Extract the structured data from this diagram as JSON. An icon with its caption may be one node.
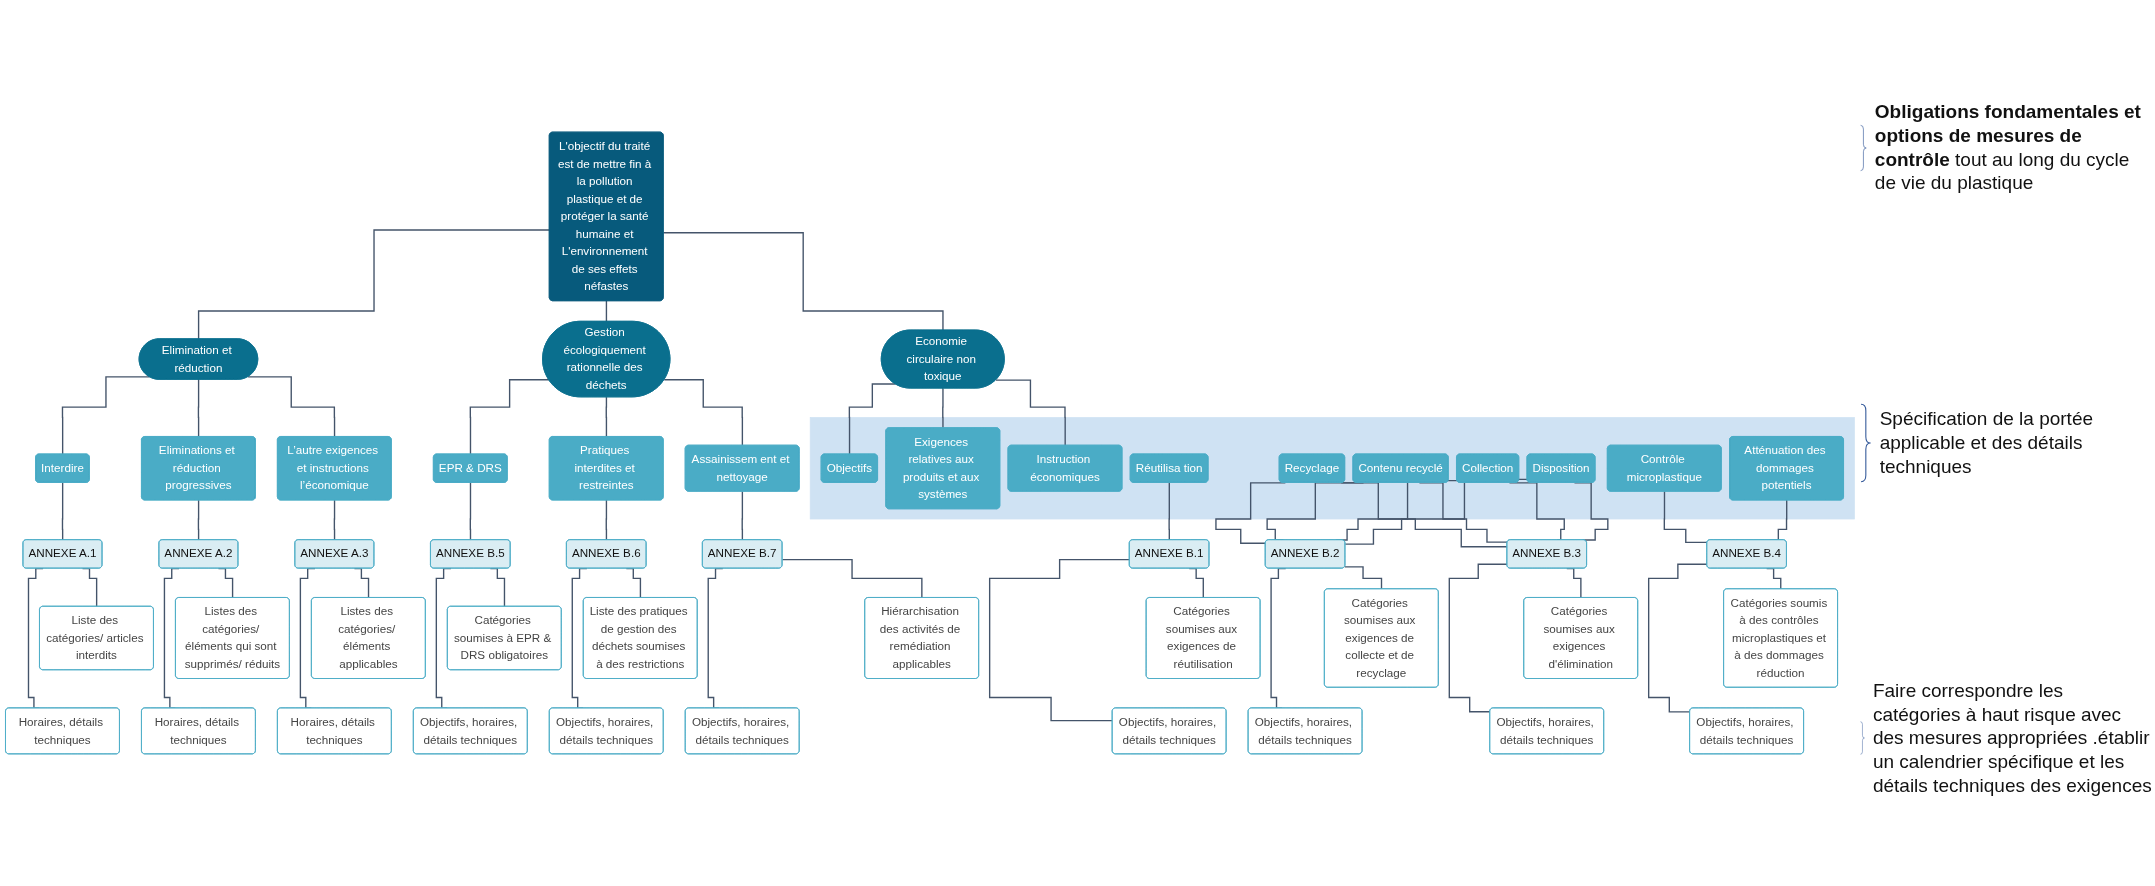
{
  "diagram": {
    "nodes": [
      {
        "text": [
          "L'objectif du traité est de mettre fin à la pollution plastique et de protéger la santé humaine et L'environnement de ses effets néfastes"
        ]
      },
      {
        "text": [
          "Elimination et réduction"
        ]
      },
      {
        "text": [
          "Economie circulaire non toxique"
        ]
      },
      {
        "text": [
          "Gestion écologiquement rationnelle des déchets"
        ]
      },
      {
        "text": [
          "Interdire"
        ]
      },
      {
        "text": [
          "Eliminations et réduction progressives"
        ]
      },
      {
        "text": [
          "L’autre exigences et instructions l’économique"
        ]
      },
      {
        "text": [],
        "shape": "box"
      },
      {
        "text": [
          "Objectifs"
        ],
        "in": 7
      },
      {
        "text": [
          "Exigences relatives aux produits et aux systèmes"
        ],
        "in": 7
      },
      {
        "text": [
          "Instruction économiques"
        ],
        "in": 7
      },
      {
        "text": [
          "Réutilisa tion"
        ],
        "in": 7
      },
      {
        "text": [
          "Recyclage"
        ],
        "in": 7
      },
      {
        "text": [
          "Contenu recyclé"
        ],
        "in": 7
      },
      {
        "text": [
          "Collection"
        ],
        "in": 7
      },
      {
        "text": [
          "Disposition"
        ],
        "in": 7
      },
      {
        "text": [
          "Contrôle microplastique"
        ],
        "in": 7
      },
      {
        "text": [
          "Atténuation des dommages potentiels"
        ],
        "in": 7
      },
      {
        "text": [
          "EPR & DRS"
        ]
      },
      {
        "text": [
          "Pratiques interdites et restreintes"
        ]
      },
      {
        "text": [
          "Assainissem ent et nettoyage"
        ]
      },
      {
        "text": [
          "ANNEXE A.1"
        ]
      },
      {
        "text": [
          "ANNEXE A.2"
        ]
      },
      {
        "text": [
          "ANNEXE A.3"
        ]
      },
      {
        "text": [
          "ANNEXE B.1"
        ]
      },
      {
        "text": [
          "ANNEXE B.2"
        ]
      },
      {
        "text": [
          "ANNEXE B.3"
        ]
      },
      {
        "text": [
          "ANNEXE B.4"
        ]
      },
      {
        "text": [
          "ANNEXE B.5"
        ]
      },
      {
        "text": [
          "ANNEXE B.6"
        ]
      },
      {
        "text": [
          "ANNEXE B.7"
        ]
      },
      {
        "text": [
          "Liste des catégories/ articles interdits"
        ]
      },
      {
        "text": [
          "Listes des catégories/ éléments qui sont supprimés/ réduits"
        ]
      },
      {
        "text": [
          "Listes des catégories/ éléments applicables"
        ]
      },
      {
        "text": [
          "Catégories soumises aux exigences de réutilisation"
        ]
      },
      {
        "text": [
          "Catégories soumises aux exigences de collecte et de recyclage"
        ]
      },
      {
        "text": [
          "Catégories soumises aux exigences d'élimination"
        ]
      },
      {
        "text": [
          "Catégories soumis à des contrôles microplastiques et à des dommages réduction"
        ]
      },
      {
        "text": [
          "Catégories soumises à EPR & DRS obligatoires"
        ]
      },
      {
        "text": [
          "Liste des pratiques de gestion des déchets soumises à des restrictions"
        ]
      },
      {
        "text": [
          "Hiérarchisation des activités de remédiation applicables"
        ]
      },
      {
        "text": [
          "Horaires, détails techniques"
        ]
      },
      {
        "text": [
          "Horaires, détails techniques"
        ]
      },
      {
        "text": [
          "Horaires, détails techniques"
        ]
      },
      {
        "text": [
          "Objectifs, horaires, détails techniques"
        ]
      },
      {
        "text": [
          "Objectifs, horaires, détails techniques"
        ]
      },
      {
        "text": [
          "Objectifs, horaires, détails techniques"
        ]
      },
      {
        "text": [
          "Objectifs, horaires, détails techniques"
        ]
      },
      {
        "text": [
          "Objectifs, horaires, détails techniques"
        ]
      },
      {
        "text": [
          "Objectifs, horaires, détails techniques"
        ]
      },
      {
        "text": [
          "Objectifs, horaires, détails techniques"
        ]
      }
    ],
    "edges": [
      {
        "from": 0,
        "to": 1,
        "arrow": "none"
      },
      {
        "from": 0,
        "to": 2,
        "arrow": "none"
      },
      {
        "from": 0,
        "to": 3,
        "arrow": "none"
      },
      {
        "from": 1,
        "to": 4,
        "arrow": "none"
      },
      {
        "from": 1,
        "to": 5,
        "arrow": "none"
      },
      {
        "from": 1,
        "to": 6,
        "arrow": "none"
      },
      {
        "from": 2,
        "to": 8,
        "arrow": "none"
      },
      {
        "from": 2,
        "to": 9,
        "arrow": "none"
      },
      {
        "from": 2,
        "to": 10,
        "arrow": "none"
      },
      {
        "from": 3,
        "to": 18,
        "arrow": "none"
      },
      {
        "from": 3,
        "to": 19,
        "arrow": "none"
      },
      {
        "from": 3,
        "to": 20,
        "arrow": "none"
      },
      {
        "from": 4,
        "to": 21,
        "arrow": "none"
      },
      {
        "from": 5,
        "to": 22,
        "arrow": "none"
      },
      {
        "from": 6,
        "to": 23,
        "arrow": "none"
      },
      {
        "from": 11,
        "to": 24,
        "arrow": "none"
      },
      {
        "from": 12,
        "to": 25,
        "arrow": "none"
      },
      {
        "from": 12,
        "to": 26,
        "arrow": "none"
      },
      {
        "from": 13,
        "to": 25,
        "arrow": "none"
      },
      {
        "from": 13,
        "to": 26,
        "arrow": "none"
      },
      {
        "from": 14,
        "to": 25,
        "arrow": "none"
      },
      {
        "from": 14,
        "to": 26,
        "arrow": "none"
      },
      {
        "from": 15,
        "to": 25,
        "arrow": "none"
      },
      {
        "from": 15,
        "to": 26,
        "arrow": "none"
      },
      {
        "from": 16,
        "to": 27,
        "arrow": "none"
      },
      {
        "from": 17,
        "to": 27,
        "arrow": "none"
      },
      {
        "from": 18,
        "to": 28,
        "arrow": "none"
      },
      {
        "from": 19,
        "to": 29,
        "arrow": "none"
      },
      {
        "from": 20,
        "to": 30,
        "arrow": "none"
      },
      {
        "from": 21,
        "to": 31,
        "arrow": "none"
      },
      {
        "from": 21,
        "to": 41,
        "arrow": "none"
      },
      {
        "from": 22,
        "to": 32,
        "arrow": "none"
      },
      {
        "from": 22,
        "to": 42,
        "arrow": "none"
      },
      {
        "from": 23,
        "to": 33,
        "arrow": "none"
      },
      {
        "from": 23,
        "to": 43,
        "arrow": "none"
      },
      {
        "from": 24,
        "to": 34,
        "arrow": "none"
      },
      {
        "from": 24,
        "to": 44,
        "arrow": "none"
      },
      {
        "from": 25,
        "to": 35,
        "arrow": "none"
      },
      {
        "from": 25,
        "to": 45,
        "arrow": "none"
      },
      {
        "from": 26,
        "to": 36,
        "arrow": "none"
      },
      {
        "from": 26,
        "to": 46,
        "arrow": "none"
      },
      {
        "from": 27,
        "to": 37,
        "arrow": "none"
      },
      {
        "from": 27,
        "to": 47,
        "arrow": "none"
      },
      {
        "from": 28,
        "to": 38,
        "arrow": "none"
      },
      {
        "from": 28,
        "to": 48,
        "arrow": "none"
      },
      {
        "from": 29,
        "to": 39,
        "arrow": "none"
      },
      {
        "from": 29,
        "to": 49,
        "arrow": "none"
      },
      {
        "from": 30,
        "to": 40,
        "arrow": "none"
      },
      {
        "from": 30,
        "to": 50,
        "arrow": "none"
      }
    ],
    "labels": [
      "**Obligations fondamentales et options de mesures de contrôle** tout au long du cycle de vie du plastique",
      "Spécification de la portée applicable et des détails techniques",
      "Faire correspondre les catégories à haut risque avec des mesures appropriées .établir un calendrier spécifique et les détails techniques des exigences"
    ]
  }
}
